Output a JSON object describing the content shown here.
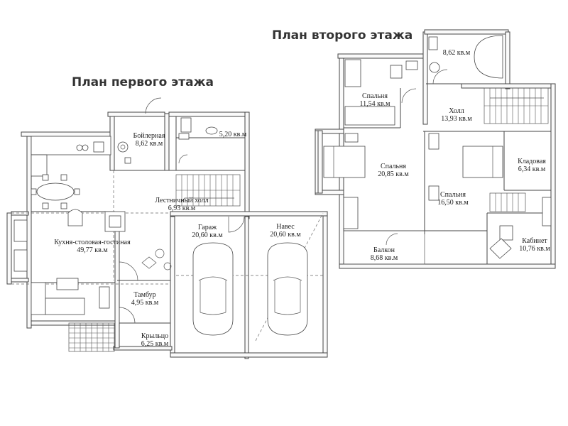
{
  "titles": {
    "first_floor": "План первого этажа",
    "second_floor": "План второго этажа"
  },
  "first_floor": {
    "boiler": {
      "name": "Бойлерная",
      "area": "8,62 кв.м"
    },
    "wc": {
      "area": "5,20 кв.м"
    },
    "stair_hall": {
      "name": "Лестничный холл",
      "area": "6,93 кв.м"
    },
    "kitchen": {
      "name": "Кухня-столовая-гостиная",
      "area": "49,77 кв.м"
    },
    "garage": {
      "name": "Гараж",
      "area": "20,60 кв.м"
    },
    "canopy": {
      "name": "Навес",
      "area": "20,60 кв.м"
    },
    "vestibule": {
      "name": "Тамбур",
      "area": "4,95 кв.м"
    },
    "porch": {
      "name": "Крыльцо",
      "area": "6,25 кв.м"
    }
  },
  "second_floor": {
    "bath": {
      "area": "8,62 кв.м"
    },
    "bedroom1": {
      "name": "Спальня",
      "area": "11,54 кв.м"
    },
    "hall": {
      "name": "Холл",
      "area": "13,93 кв.м"
    },
    "bedroom2": {
      "name": "Спальня",
      "area": "20,85 кв.м"
    },
    "bedroom3": {
      "name": "Спальня",
      "area": "16,50 кв.м"
    },
    "storage": {
      "name": "Кладовая",
      "area": "6,34 кв.м"
    },
    "balcony": {
      "name": "Балкон",
      "area": "8,68 кв.м"
    },
    "office": {
      "name": "Кабинет",
      "area": "10,76 кв.м"
    }
  }
}
